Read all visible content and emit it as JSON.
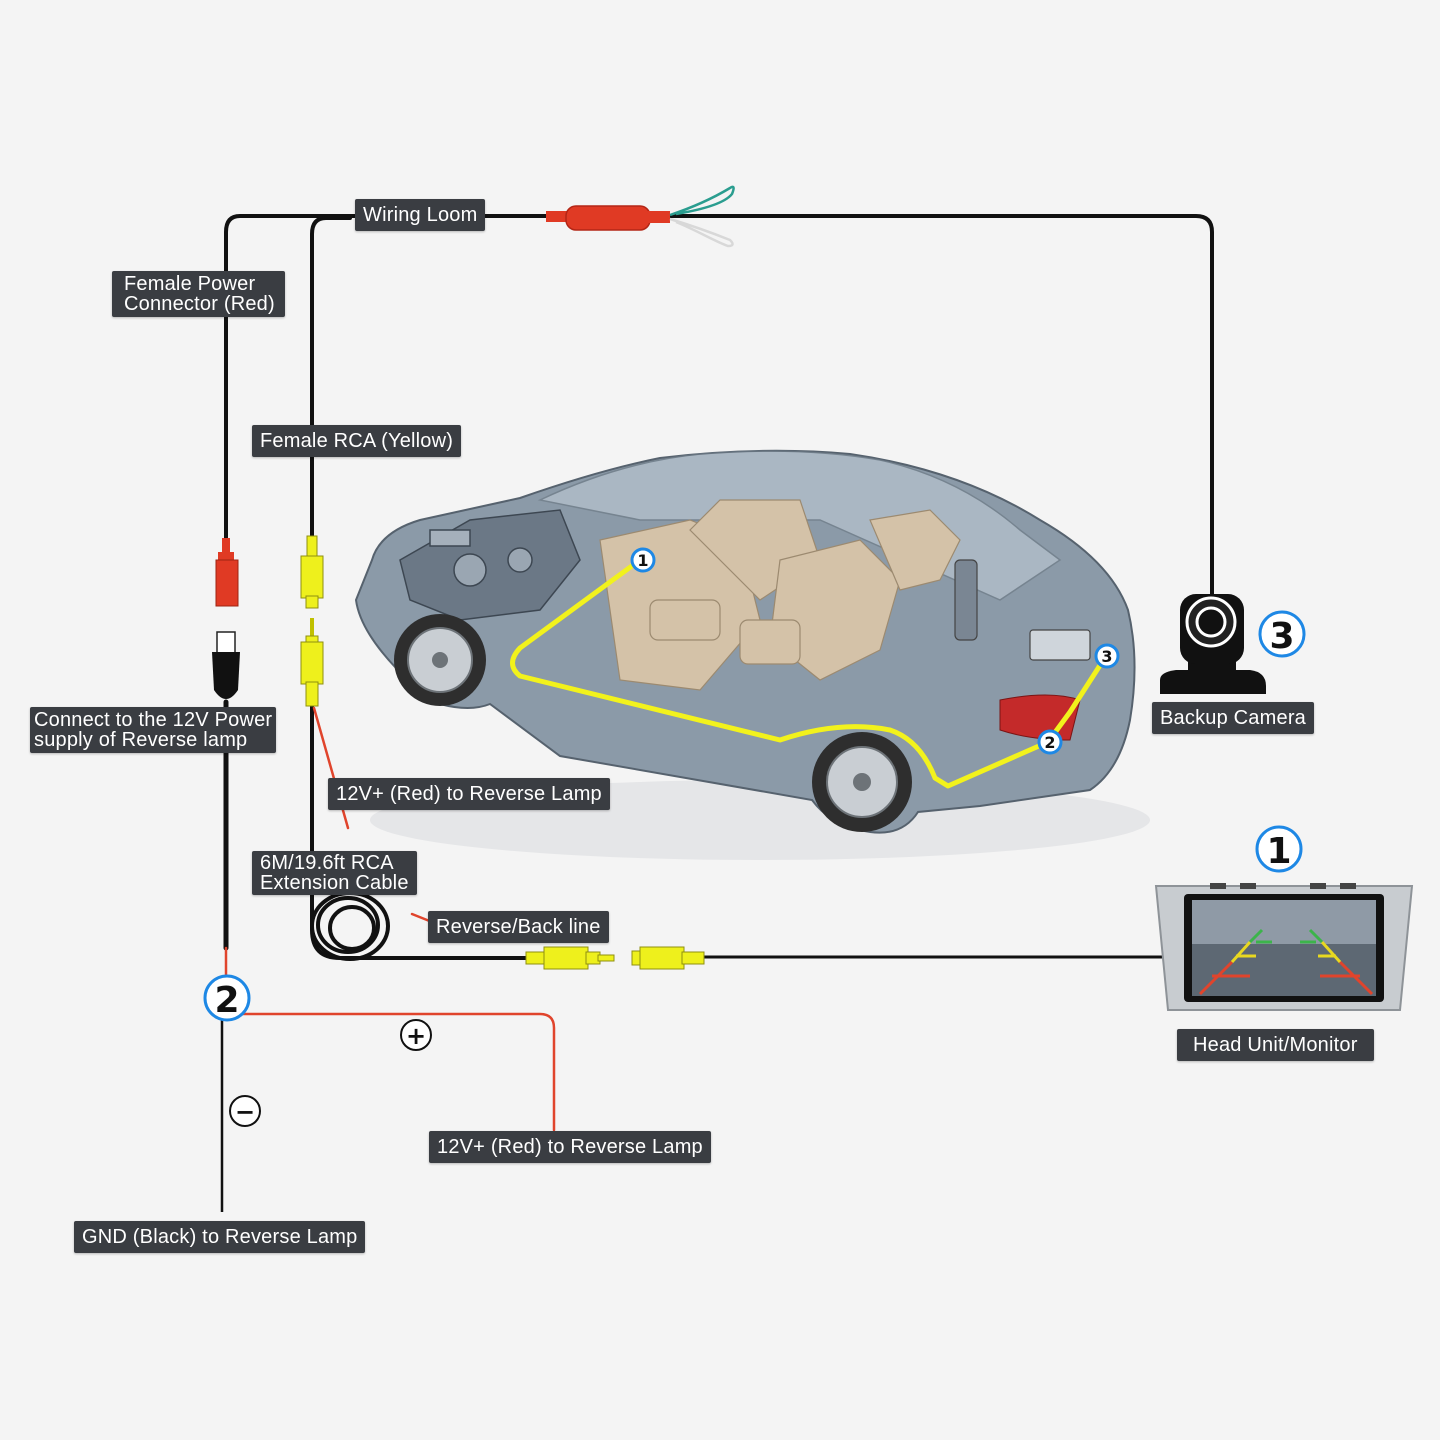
{
  "labels": {
    "wiring_loom": "Wiring Loom",
    "female_power_line1": "Female Power",
    "female_power_line2": "Connector (Red)",
    "female_rca": "Female RCA (Yellow)",
    "connect_12v_line1": "Connect to the 12V Power",
    "connect_12v_line2": "supply of Reverse lamp",
    "red_to_lamp_top": "12V+ (Red) to Reverse Lamp",
    "extension_line1": "6M/19.6ft RCA",
    "extension_line2": "Extension Cable",
    "reverse_back_line": "Reverse/Back line",
    "red_to_lamp_bottom": "12V+ (Red) to Reverse Lamp",
    "gnd_to_lamp": "GND (Black) to Reverse Lamp",
    "backup_camera": "Backup Camera",
    "head_unit": "Head Unit/Monitor"
  },
  "badges": {
    "monitor": "1",
    "junction": "2",
    "camera": "3",
    "car_point_1": "1",
    "car_point_2": "2",
    "car_point_3": "3"
  },
  "signs": {
    "positive": "+",
    "negative": "−"
  },
  "colors": {
    "background": "#f4f4f4",
    "label_bg": "#3a3d42",
    "cable_black": "#111111",
    "wire_red": "#e0442c",
    "connector_red": "#e03a24",
    "rca_yellow": "#eef01c",
    "route_yellow": "#f2f21c",
    "badge_blue": "#1e88e5",
    "wire_teal": "#2a9d8f"
  }
}
